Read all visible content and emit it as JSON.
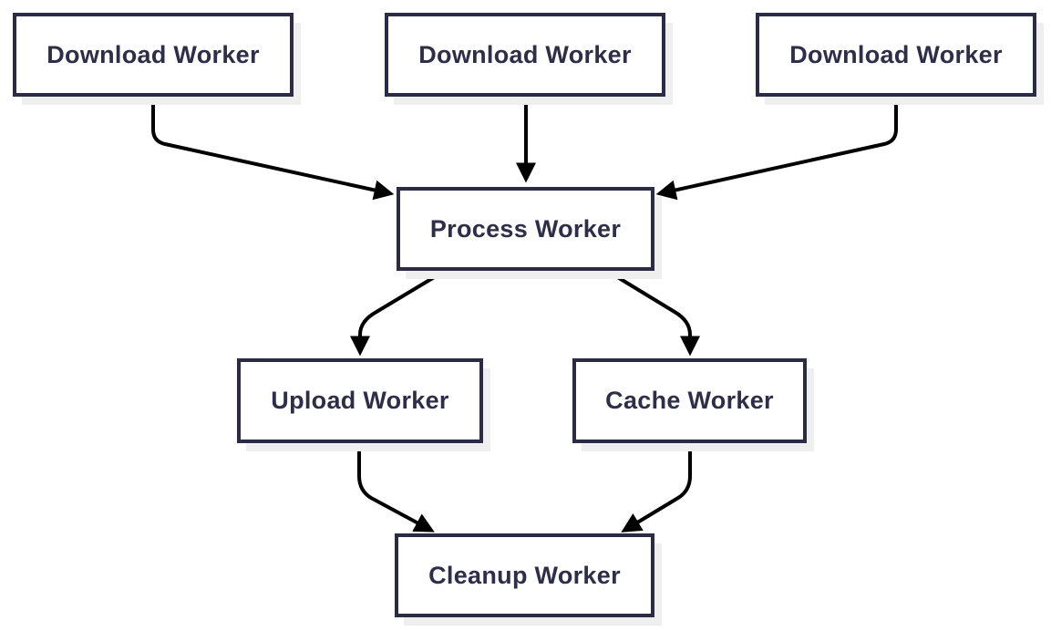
{
  "diagram": {
    "type": "flowchart",
    "direction": "top-down",
    "colors": {
      "border-color": "#2b2b45",
      "text-color": "#2e2e48",
      "arrow-color": "#000000",
      "shadow-color": "#efefef",
      "node-fill": "#ffffff",
      "bg": "#ffffff"
    },
    "nodes": [
      {
        "id": "download-worker-1",
        "label": "Download Worker"
      },
      {
        "id": "download-worker-2",
        "label": "Download Worker"
      },
      {
        "id": "download-worker-3",
        "label": "Download Worker"
      },
      {
        "id": "process-worker",
        "label": "Process Worker"
      },
      {
        "id": "upload-worker",
        "label": "Upload Worker"
      },
      {
        "id": "cache-worker",
        "label": "Cache Worker"
      },
      {
        "id": "cleanup-worker",
        "label": "Cleanup Worker"
      }
    ],
    "edges": [
      {
        "from": "download-worker-1",
        "to": "process-worker"
      },
      {
        "from": "download-worker-2",
        "to": "process-worker"
      },
      {
        "from": "download-worker-3",
        "to": "process-worker"
      },
      {
        "from": "process-worker",
        "to": "upload-worker"
      },
      {
        "from": "process-worker",
        "to": "cache-worker"
      },
      {
        "from": "upload-worker",
        "to": "cleanup-worker"
      },
      {
        "from": "cache-worker",
        "to": "cleanup-worker"
      }
    ]
  }
}
